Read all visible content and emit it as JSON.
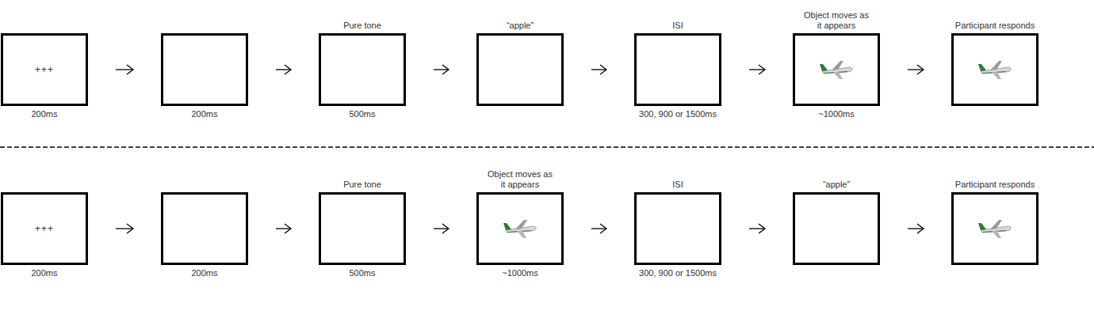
{
  "diagram": {
    "nodes": [
      {
        "text": [
          "+++",
          "200ms"
        ]
      },
      {
        "text": [
          "200ms"
        ]
      },
      {
        "text": [
          "Pure tone",
          "500ms"
        ]
      },
      {
        "text": [
          "“apple”"
        ]
      },
      {
        "text": [
          "ISI",
          "300, 900 or 1500ms"
        ]
      },
      {
        "text": [
          "Object moves as it appears",
          "~1000ms"
        ]
      },
      {
        "text": [
          "Participant responds"
        ]
      },
      {
        "text": [
          "+++",
          "200ms"
        ]
      },
      {
        "text": [
          "200ms"
        ]
      },
      {
        "text": [
          "Pure tone",
          "500ms"
        ]
      },
      {
        "text": [
          "Object moves as it appears",
          "~1000ms"
        ]
      },
      {
        "text": [
          "ISI",
          "300, 900 or 1500ms"
        ]
      },
      {
        "text": [
          "“apple”"
        ]
      },
      {
        "text": [
          "Participant responds"
        ]
      }
    ],
    "edges": [
      {
        "from": 0,
        "to": 1,
        "arrow": "to"
      },
      {
        "from": 1,
        "to": 2,
        "arrow": "to"
      },
      {
        "from": 2,
        "to": 3,
        "arrow": "to"
      },
      {
        "from": 3,
        "to": 4,
        "arrow": "to"
      },
      {
        "from": 4,
        "to": 5,
        "arrow": "to"
      },
      {
        "from": 5,
        "to": 6,
        "arrow": "to"
      },
      {
        "from": 7,
        "to": 8,
        "arrow": "to"
      },
      {
        "from": 8,
        "to": 9,
        "arrow": "to"
      },
      {
        "from": 9,
        "to": 10,
        "arrow": "to"
      },
      {
        "from": 10,
        "to": 11,
        "arrow": "to"
      },
      {
        "from": 11,
        "to": 12,
        "arrow": "to"
      },
      {
        "from": 12,
        "to": 13,
        "arrow": "to"
      }
    ]
  }
}
